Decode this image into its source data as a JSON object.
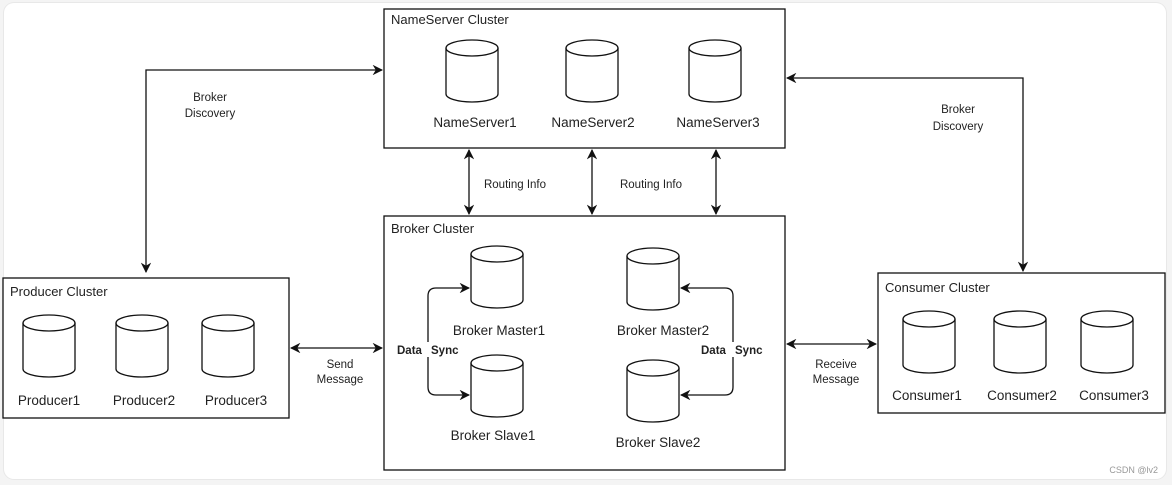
{
  "clusters": {
    "nameserver": {
      "title": "NameServer Cluster",
      "nodes": [
        "NameServer1",
        "NameServer2",
        "NameServer3"
      ]
    },
    "broker": {
      "title": "Broker Cluster",
      "nodes": [
        "Broker Master1",
        "Broker Slave1",
        "Broker Master2",
        "Broker Slave2"
      ]
    },
    "producer": {
      "title": "Producer Cluster",
      "nodes": [
        "Producer1",
        "Producer2",
        "Producer3"
      ]
    },
    "consumer": {
      "title": "Consumer Cluster",
      "nodes": [
        "Consumer1",
        "Consumer2",
        "Consumer3"
      ]
    }
  },
  "edges": {
    "broker_discovery_left": [
      "Broker",
      "Discovery"
    ],
    "broker_discovery_right": [
      "Broker",
      "Discovery"
    ],
    "routing_info_left": "Routing Info",
    "routing_info_right": "Routing Info",
    "send_message": [
      "Send",
      "Message"
    ],
    "receive_message": [
      "Receive",
      "Message"
    ],
    "data_sync_left": [
      "Data",
      "Sync"
    ],
    "data_sync_right": [
      "Data",
      "Sync"
    ]
  },
  "watermark": "CSDN @lv2"
}
